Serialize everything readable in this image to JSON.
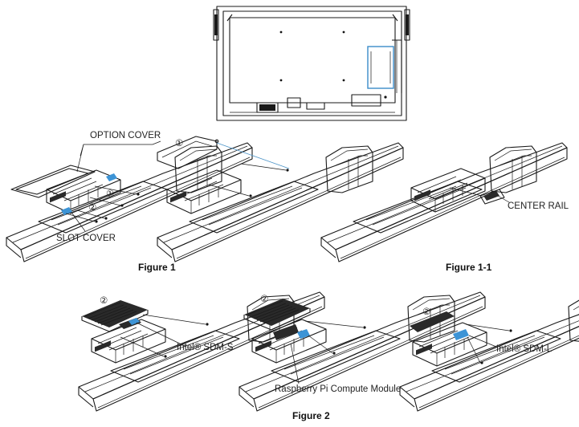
{
  "labels": {
    "option_cover": "OPTION COVER",
    "slot_cover": "SLOT COVER",
    "center_rail": "CENTER RAIL",
    "intel_sdm_s": "Intel® SDM-S",
    "raspberry_pi": "Raspberry Pi Compute Module",
    "intel_sdm_l": "Intel® SDM-L"
  },
  "step_markers": [
    "①",
    "②"
  ],
  "captions": {
    "figure_1": "Figure 1",
    "figure_1_1": "Figure 1-1",
    "figure_2": "Figure 2"
  },
  "colors": {
    "accent_blue": "#3d94d6",
    "guide_line": "#4a93c7",
    "line_art": "#1a1a1a"
  }
}
